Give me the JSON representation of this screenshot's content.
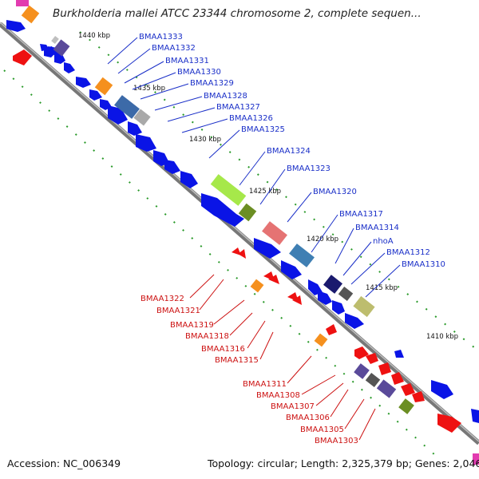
{
  "title": "Burkholderia mallei ATCC 23344 chromosome 2, complete sequen...",
  "footer": {
    "accession": "Accession: NC_006349",
    "topology": "Topology: circular; Length: 2,325,379 bp; Genes: 2,046"
  },
  "colors": {
    "backbone": "#7a7a7a",
    "forward_gene": "#0a14e6",
    "reverse_gene": "#ee1111",
    "forward_label": "#1a2fc8",
    "reverse_label": "#cc1111",
    "tick": "#2a9a2a"
  },
  "scale_labels": [
    "1440 kbp",
    "1435 kbp",
    "1430 kbp",
    "1425 kbp",
    "1420 kbp",
    "1415 kbp",
    "1410 kbp"
  ],
  "forward_labels": [
    "BMAA1333",
    "BMAA1332",
    "BMAA1331",
    "BMAA1330",
    "BMAA1329",
    "BMAA1328",
    "BMAA1327",
    "BMAA1326",
    "BMAA1325",
    "BMAA1324",
    "BMAA1323",
    "BMAA1320",
    "BMAA1317",
    "BMAA1314",
    "nhoA",
    "BMAA1312",
    "BMAA1310"
  ],
  "reverse_labels": [
    "BMAA1322",
    "BMAA1321",
    "BMAA1319",
    "BMAA1318",
    "BMAA1316",
    "BMAA1315",
    "BMAA1311",
    "BMAA1308",
    "BMAA1307",
    "BMAA1306",
    "BMAA1305",
    "BMAA1303"
  ]
}
